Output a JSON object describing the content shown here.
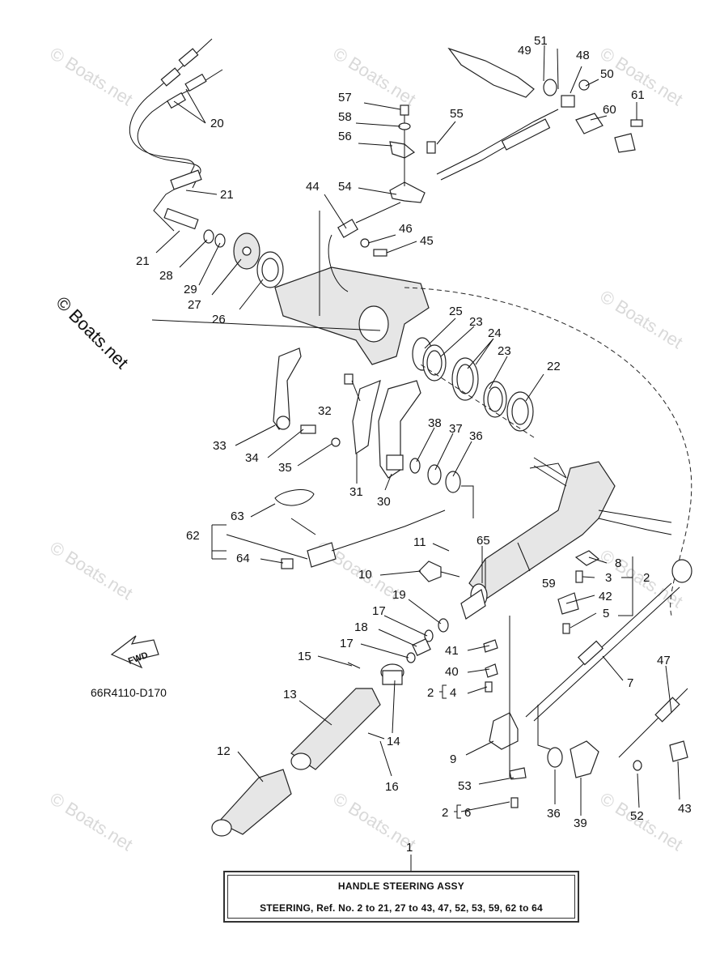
{
  "watermark": "© Boats.net",
  "copyright": "© Boats.net",
  "diagram_code": "66R4110-D170",
  "fwd_label": "FWD",
  "assembly": {
    "number": "1",
    "title": "HANDLE STEERING ASSY",
    "note": "STEERING,  Ref. No. 2 to 21, 27 to 43, 47, 52, 53, 59, 62 to 64"
  },
  "callouts": {
    "c2a": "2",
    "c2b": "2",
    "c2c": "2",
    "c3": "3",
    "c4": "4",
    "c5": "5",
    "c6": "6",
    "c7": "7",
    "c8": "8",
    "c9": "9",
    "c10": "10",
    "c11": "11",
    "c12": "12",
    "c13": "13",
    "c14": "14",
    "c15": "15",
    "c16": "16",
    "c17a": "17",
    "c17b": "17",
    "c18": "18",
    "c19": "19",
    "c20": "20",
    "c21a": "21",
    "c21b": "21",
    "c22": "22",
    "c23a": "23",
    "c23b": "23",
    "c24": "24",
    "c25": "25",
    "c26": "26",
    "c27": "27",
    "c28": "28",
    "c29": "29",
    "c30": "30",
    "c31": "31",
    "c32": "32",
    "c33": "33",
    "c34": "34",
    "c35": "35",
    "c36a": "36",
    "c36b": "36",
    "c37": "37",
    "c38": "38",
    "c39": "39",
    "c40": "40",
    "c41": "41",
    "c42": "42",
    "c43": "43",
    "c44": "44",
    "c45": "45",
    "c46": "46",
    "c47": "47",
    "c48": "48",
    "c49": "49",
    "c50": "50",
    "c51": "51",
    "c52": "52",
    "c53": "53",
    "c54": "54",
    "c55": "55",
    "c56": "56",
    "c57": "57",
    "c58": "58",
    "c59": "59",
    "c60": "60",
    "c61": "61",
    "c62": "62",
    "c63": "63",
    "c64": "64",
    "c65": "65"
  }
}
